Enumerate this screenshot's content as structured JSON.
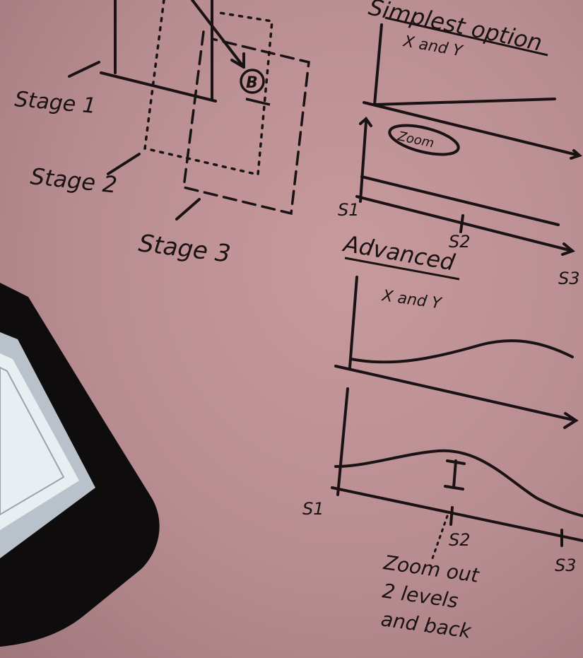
{
  "sketch": {
    "stage_labels": [
      "Stage 1",
      "Stage 2",
      "Stage 3"
    ],
    "circle_b": "B",
    "simplest_title": "Simplest option",
    "simplest_subtitle": "X and Y",
    "zoom_label": "Zoom",
    "advanced_title": "Advanced",
    "advanced_subtitle": "X and Y",
    "axis_ticks_top": [
      "S1",
      "S2",
      "S3"
    ],
    "axis_ticks_bottom": [
      "S1",
      "S2",
      "S3"
    ],
    "note_lines": [
      "Zoom out",
      "2 levels",
      "and back"
    ]
  },
  "colors": {
    "paper": "#b88d91",
    "ink": "#1a1214",
    "device": "#0f0c0d",
    "screen": "#e9eef3"
  }
}
